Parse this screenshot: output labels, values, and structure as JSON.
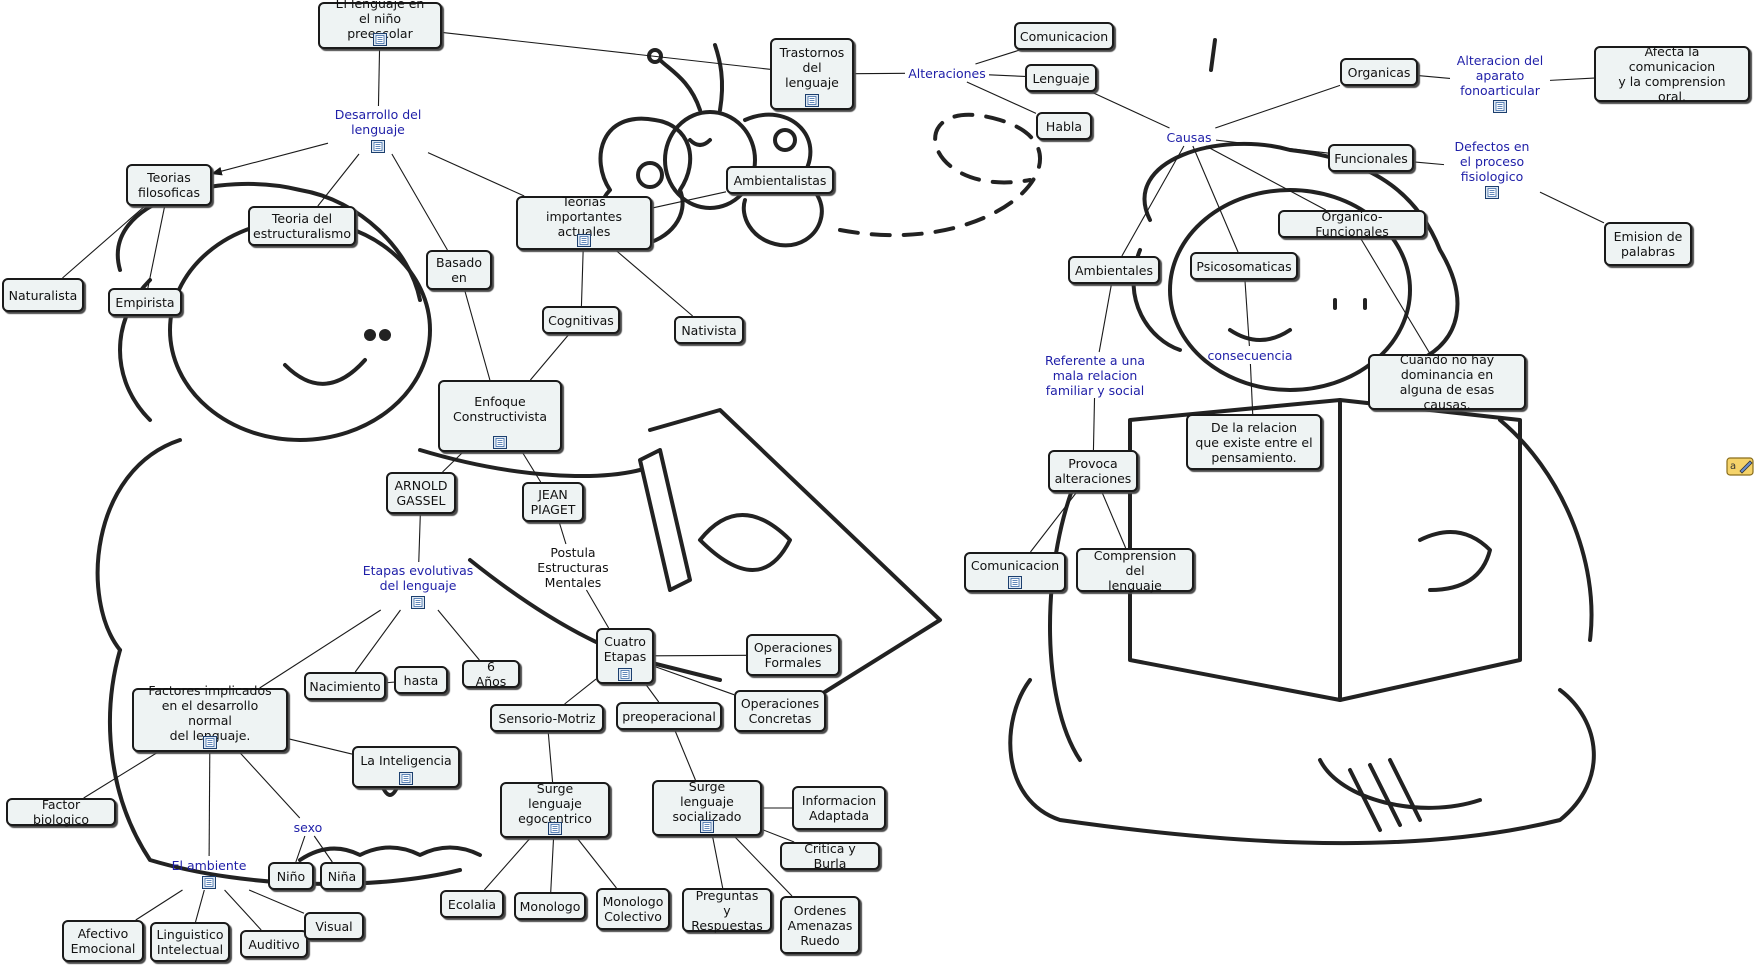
{
  "concept_map": {
    "nodes": {
      "root": "El lenguaje en\nel niño preescolar",
      "desarrollo": "Desarrollo del\nlenguaje",
      "trastornos": "Trastornos\ndel\nlenguaje",
      "alteraciones": "Alteraciones",
      "comunicacion1": "Comunicacion",
      "lenguaje": "Lenguaje",
      "habla": "Habla",
      "causas": "Causas",
      "organicas": "Organicas",
      "alteracion_aparato": "Alteracion del\naparato\nfonoarticular",
      "afecta": "Afecta la comunicacion\ny la comprension\noral.",
      "funcionales": "Funcionales",
      "defectos": "Defectos en\nel proceso\nfisiologico",
      "emision": "Emision de\npalabras",
      "organico_funcionales": "Organico-Funcionales",
      "cuando": "Cuando no hay\ndominancia en\nalguna de esas causas.",
      "ambientales": "Ambientales",
      "psicosomaticas": "Psicosomaticas",
      "consecuencia": "consecuencia",
      "referente": "Referente a una\nmala relacion\nfamiliar y social",
      "de_la_relacion": "De la relacion\nque existe entre el\npensamiento.",
      "provoca": "Provoca\nalteraciones",
      "comunicacion2": "Comunicacion",
      "comprension": "Comprension del\nlenguaje",
      "teorias_filosoficas": "Teorias\nfilosoficas",
      "naturalista": "Naturalista",
      "empirista": "Empirista",
      "estructuralismo": "Teoria del\nestructuralismo",
      "basado": "Basado\nen",
      "teorias_actuales": "Teorias importantes\nactuales",
      "ambientalistas": "Ambientalistas",
      "cognitivas": "Cognitivas",
      "nativista": "Nativista",
      "enfoque": "Enfoque\nConstructivista",
      "arnold": "ARNOLD\nGASSEL",
      "piaget": "JEAN\nPIAGET",
      "postula": "Postula\nEstructuras\nMentales",
      "etapas": "Etapas evolutivas\ndel lenguaje",
      "cuatro": "Cuatro\nEtapas",
      "formales": "Operaciones\nFormales",
      "concretas": "Operaciones\nConcretas",
      "preoperacional": "preoperacional",
      "sensorio": "Sensorio-Motriz",
      "nacimiento": "Nacimiento",
      "hasta": "hasta",
      "seis": "6 Años",
      "factores": "Factores implicados\nen el desarrollo normal\ndel lenguaje.",
      "inteligencia": "La Inteligencia",
      "factor_biologico": "Factor biologico",
      "sexo": "sexo",
      "nino": "Niño",
      "nina": "Niña",
      "ambiente": "El ambiente",
      "afectivo": "Afectivo\nEmocional",
      "linguistico": "Linguistico\nIntelectual",
      "auditivo": "Auditivo",
      "visual": "Visual",
      "egocentrico": "Surge lenguaje\negocentrico",
      "socializado": "Surge lenguaje\nsocializado",
      "ecolalia": "Ecolalia",
      "monologo": "Monologo",
      "monologo_colectivo": "Monologo\nColectivo",
      "preguntas": "Preguntas y\nRespuestas",
      "ordenes": "Ordenes\nAmenazas\nRuedo",
      "critica": "Critica y Burla",
      "informacion": "Informacion\nAdaptada"
    }
  },
  "colors": {
    "box_fill": "#eef3f3",
    "box_border": "#1a1a1a",
    "label_text": "#1f1fa8",
    "line": "#1a1a1a"
  },
  "icons": {
    "resource": "document-resource-icon",
    "edit": "edit-toolbox-icon"
  }
}
